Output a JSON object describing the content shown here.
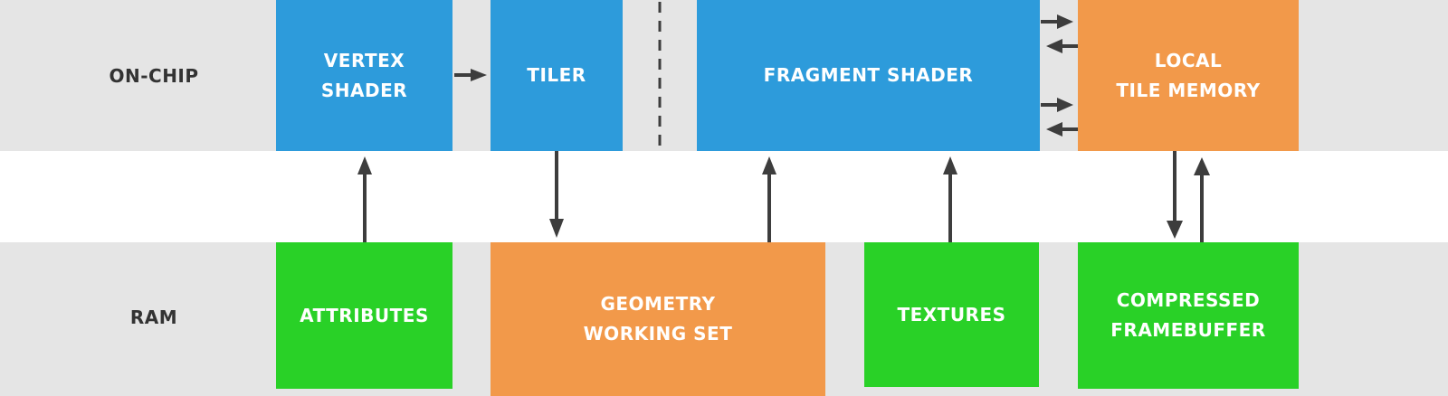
{
  "rows": {
    "on_chip": "ON-CHIP",
    "ram": "RAM"
  },
  "boxes": {
    "vertex_shader": "VERTEX\nSHADER",
    "tiler": "TILER",
    "fragment_shader": "FRAGMENT SHADER",
    "local_tile_memory": "LOCAL\nTILE MEMORY",
    "attributes": "ATTRIBUTES",
    "geometry_working_set": "GEOMETRY\nWORKING SET",
    "textures": "TEXTURES",
    "compressed_framebuffer": "COMPRESSED\nFRAMEBUFFER"
  },
  "colors": {
    "on_chip_compute": "#2d9bdb",
    "memory": "#f2994a",
    "ram_data": "#29d127",
    "band": "#e5e5e5",
    "arrow": "#3d3d3d"
  }
}
